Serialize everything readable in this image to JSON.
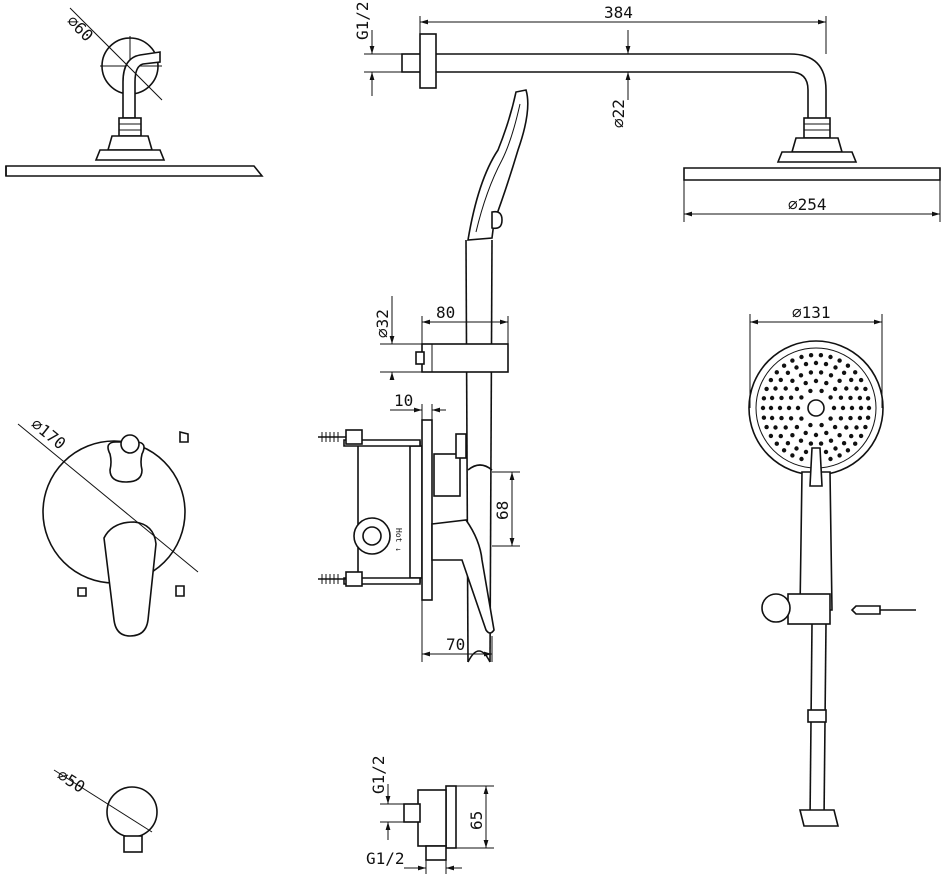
{
  "dimensions": {
    "overhead_flange_dia": "⌀60",
    "arm_connection": "G1/2",
    "arm_length": "384",
    "arm_tube_dia": "⌀22",
    "overhead_head_dia": "⌀254",
    "holder_dia": "⌀32",
    "holder_offset": "80",
    "cover_thickness": "10",
    "outlet_spacing": "68",
    "lever_depth": "70",
    "cover_plate_dia": "⌀170",
    "handshower_dia": "⌀131",
    "elbow_flange_dia": "⌀50",
    "elbow_inlet": "G1/2",
    "elbow_height": "65",
    "elbow_outlet": "G1/2"
  },
  "labels": {
    "housing_mark": "Hot ↓"
  }
}
